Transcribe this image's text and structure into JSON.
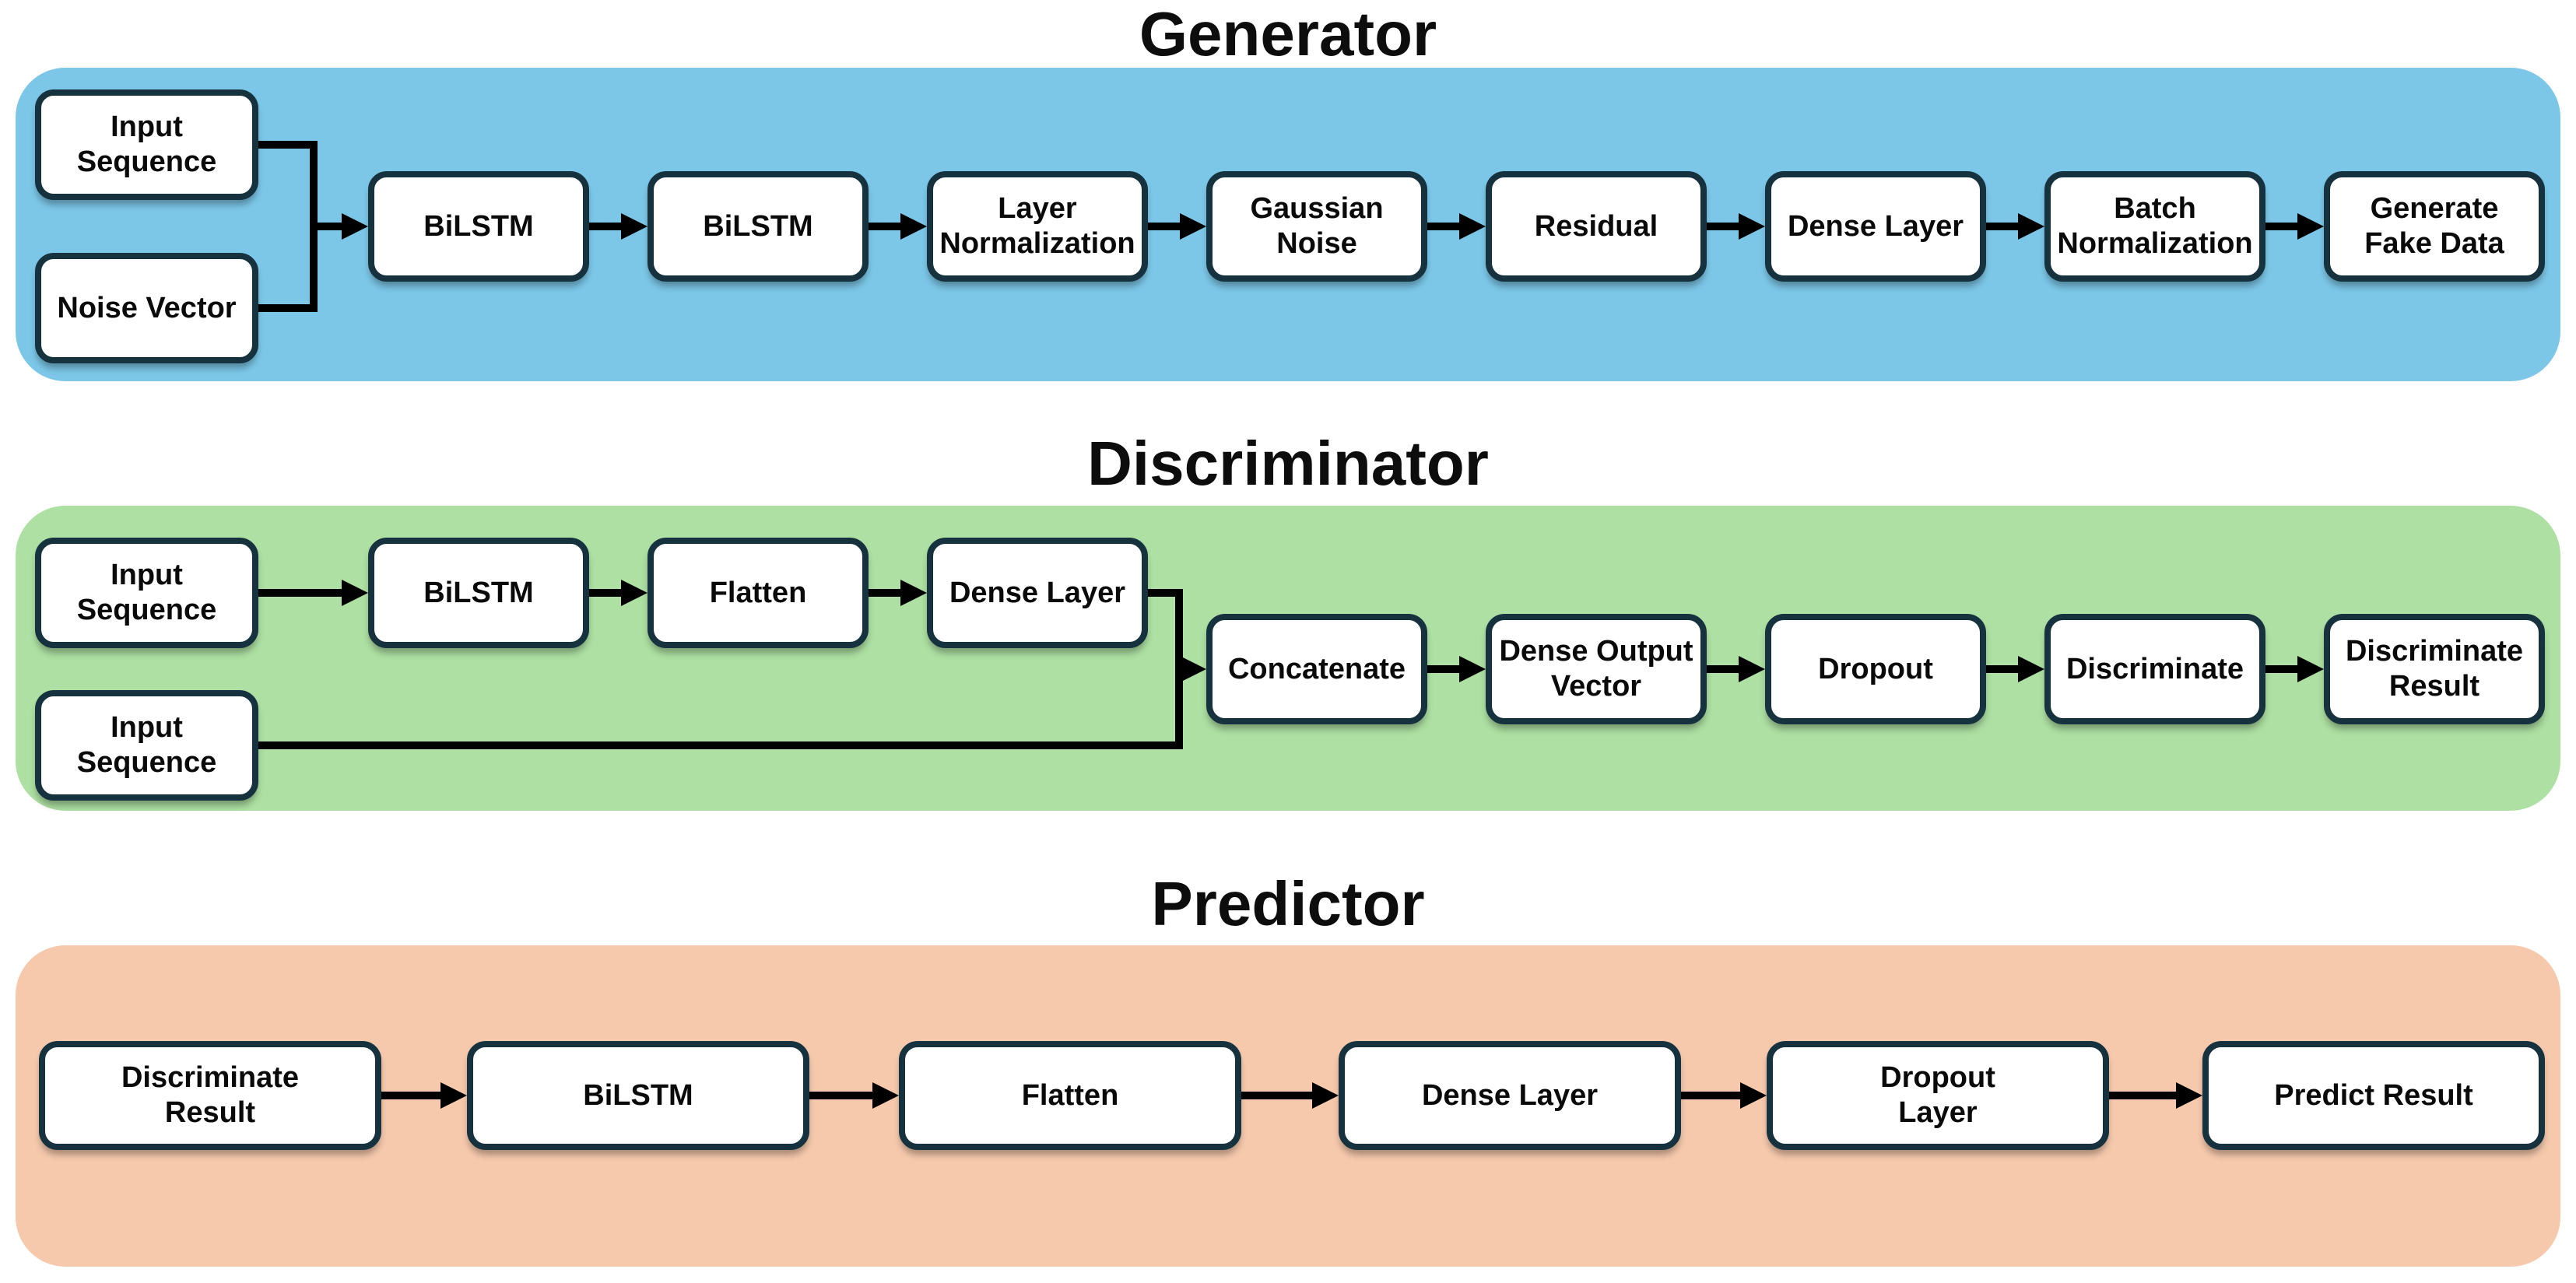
{
  "diagram": {
    "colors": {
      "box_fill": "#FFFFFF",
      "box_border": "#17323F",
      "connector": "#000000",
      "generator_bg": "#7CC7E8",
      "discriminator_bg": "#ADE0A2",
      "predictor_bg": "#F6C9AC"
    },
    "panels": [
      {
        "title": "Generator",
        "bg": "#7CC7E8",
        "boxes": [
          {
            "label": "Input\nSequence"
          },
          {
            "label": "Noise Vector"
          },
          {
            "label": "BiLSTM"
          },
          {
            "label": "BiLSTM"
          },
          {
            "label": "Layer\nNormalization"
          },
          {
            "label": "Gaussian\nNoise"
          },
          {
            "label": "Residual"
          },
          {
            "label": "Dense Layer"
          },
          {
            "label": "Batch\nNormalization"
          },
          {
            "label": "Generate\nFake Data"
          }
        ]
      },
      {
        "title": "Discriminator",
        "bg": "#ADE0A2",
        "boxes": [
          {
            "label": "Input\nSequence"
          },
          {
            "label": "BiLSTM"
          },
          {
            "label": "Flatten"
          },
          {
            "label": "Dense Layer"
          },
          {
            "label": "Input\nSequence"
          },
          {
            "label": "Concatenate"
          },
          {
            "label": "Dense Output\nVector"
          },
          {
            "label": "Dropout"
          },
          {
            "label": "Discriminate"
          },
          {
            "label": "Discriminate\nResult"
          }
        ]
      },
      {
        "title": "Predictor",
        "bg": "#F6C9AC",
        "boxes": [
          {
            "label": "Discriminate\nResult"
          },
          {
            "label": "BiLSTM"
          },
          {
            "label": "Flatten"
          },
          {
            "label": "Dense Layer"
          },
          {
            "label": "Dropout\nLayer"
          },
          {
            "label": "Predict Result"
          }
        ]
      }
    ]
  }
}
